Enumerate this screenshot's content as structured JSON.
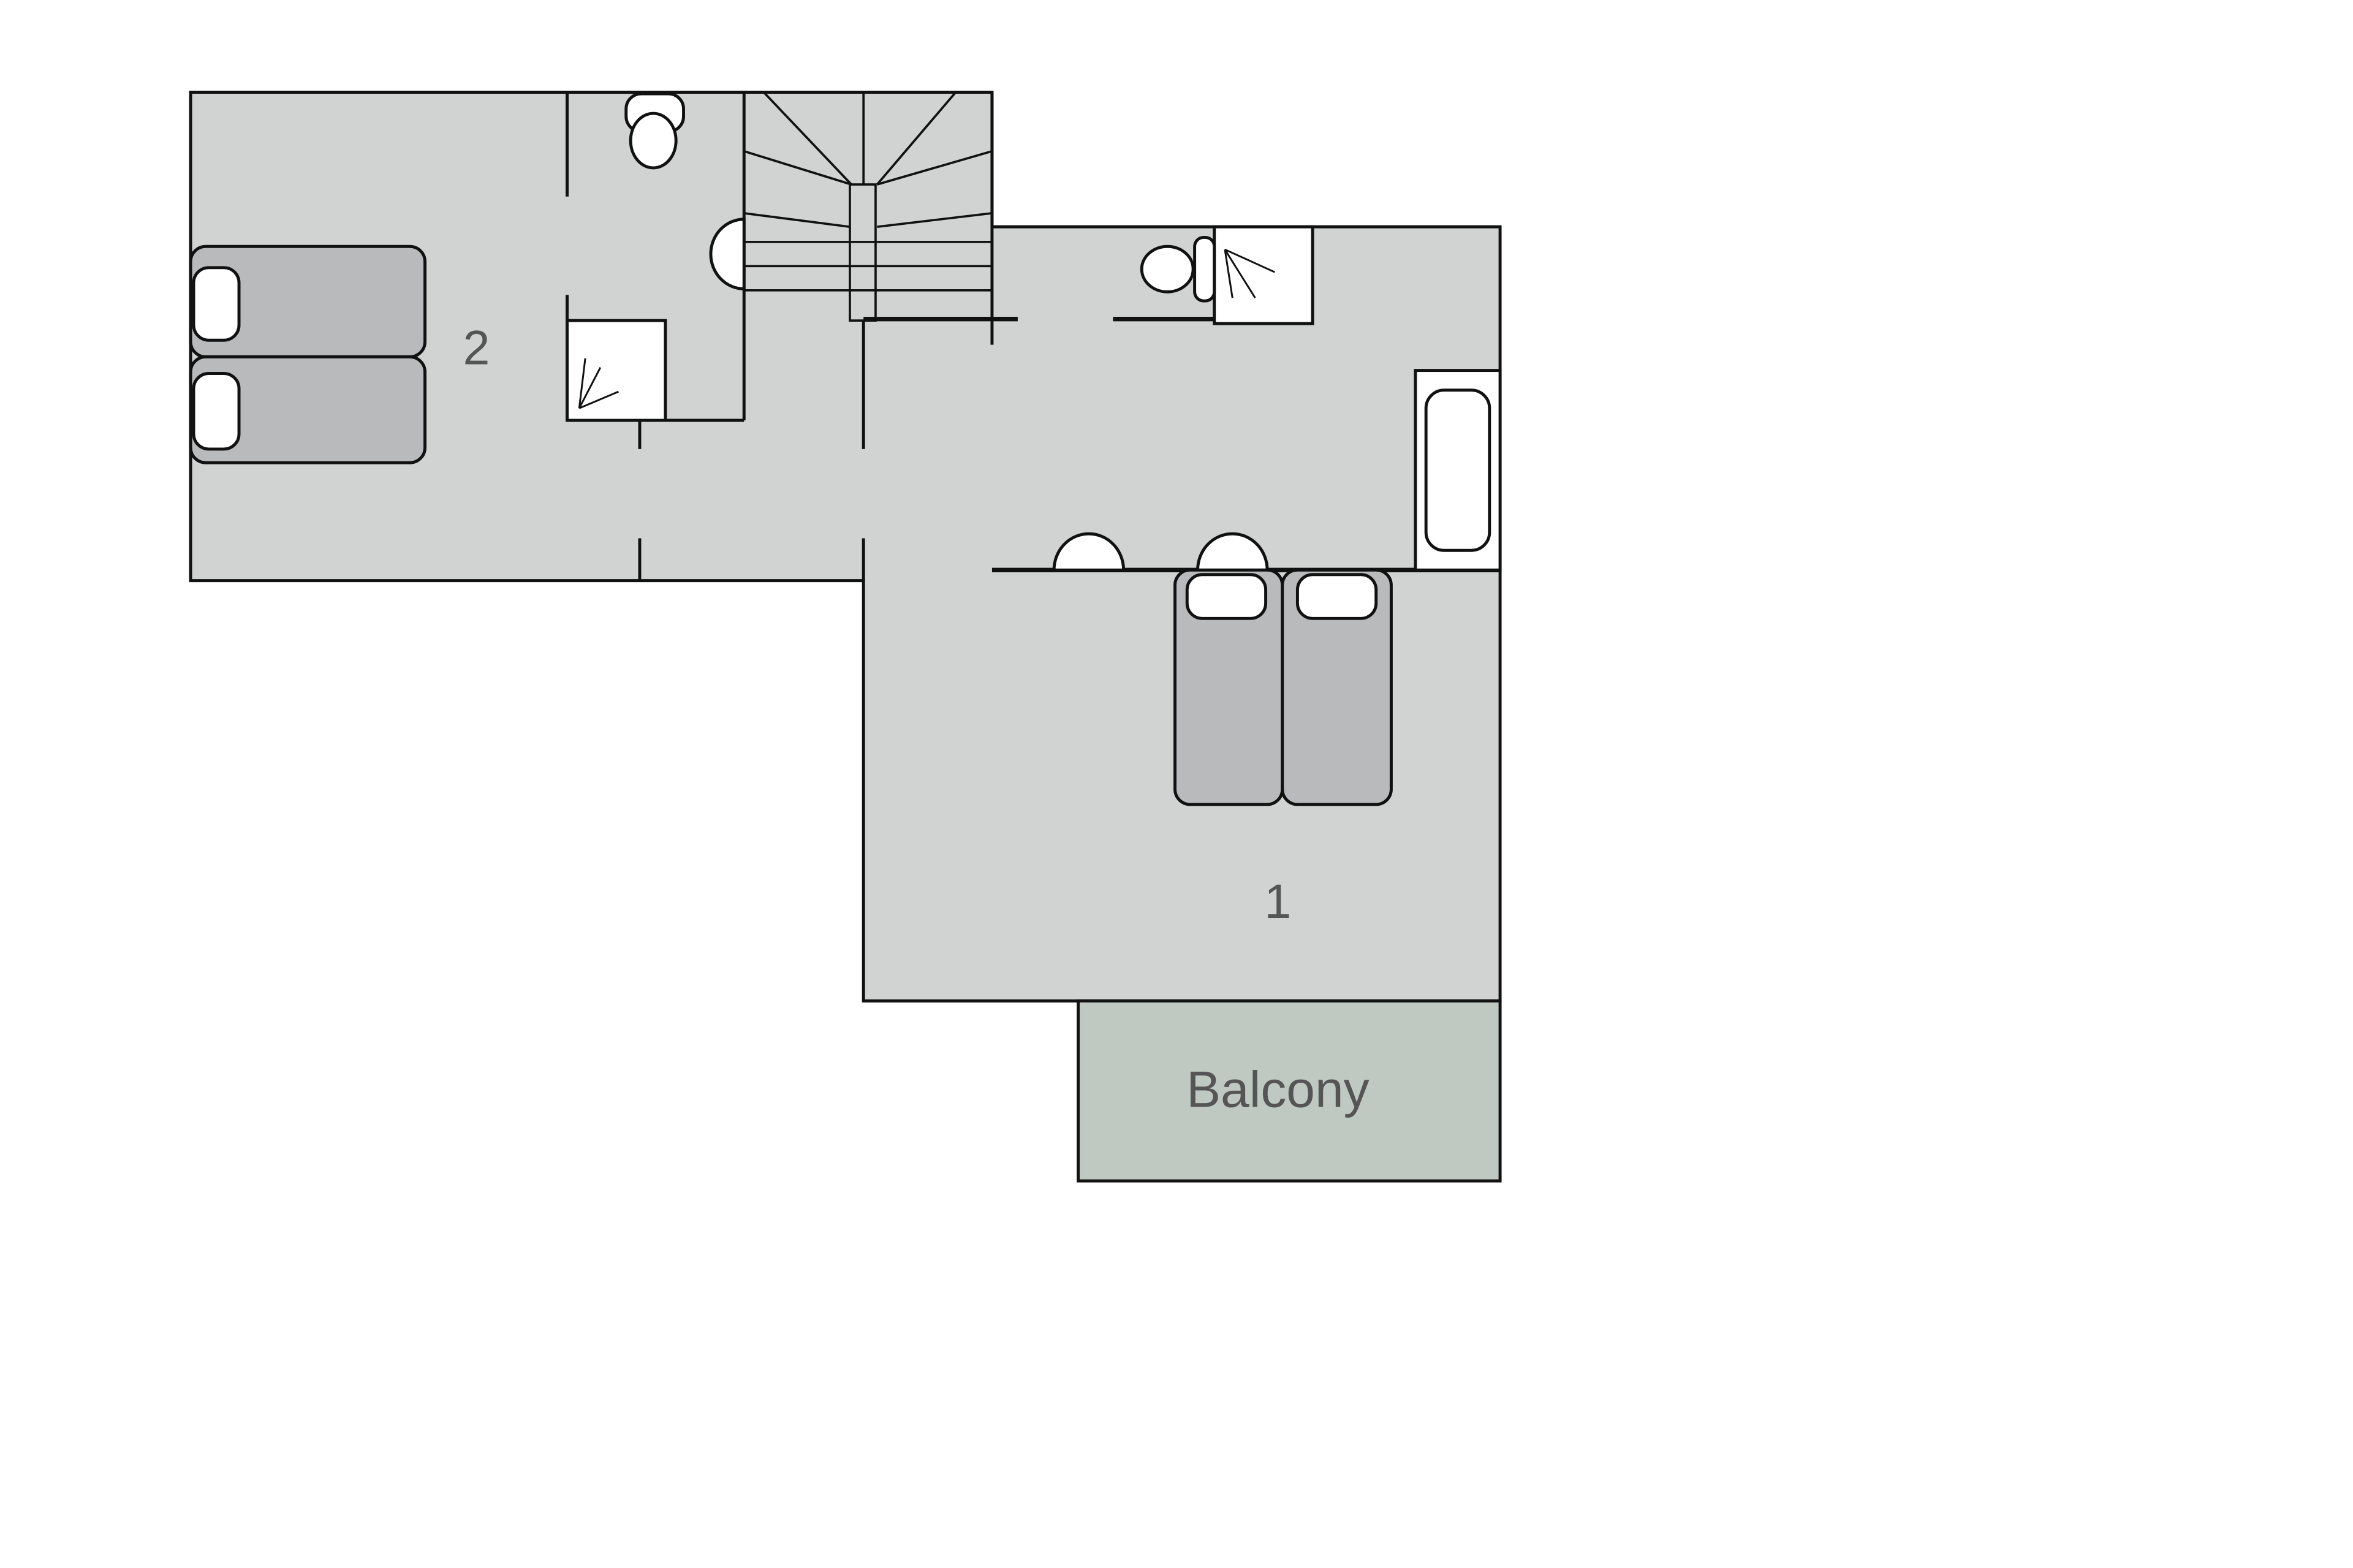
{
  "rooms": {
    "room_2_label": "2",
    "room_1_label": "1",
    "balcony_label": "Balcony"
  },
  "colors": {
    "floor": "#d1d2d2",
    "bed": "#b9babc",
    "balcony": "#bfc9c2",
    "wall": "#111111",
    "fixture": "#ffffff",
    "label": "#555555"
  }
}
